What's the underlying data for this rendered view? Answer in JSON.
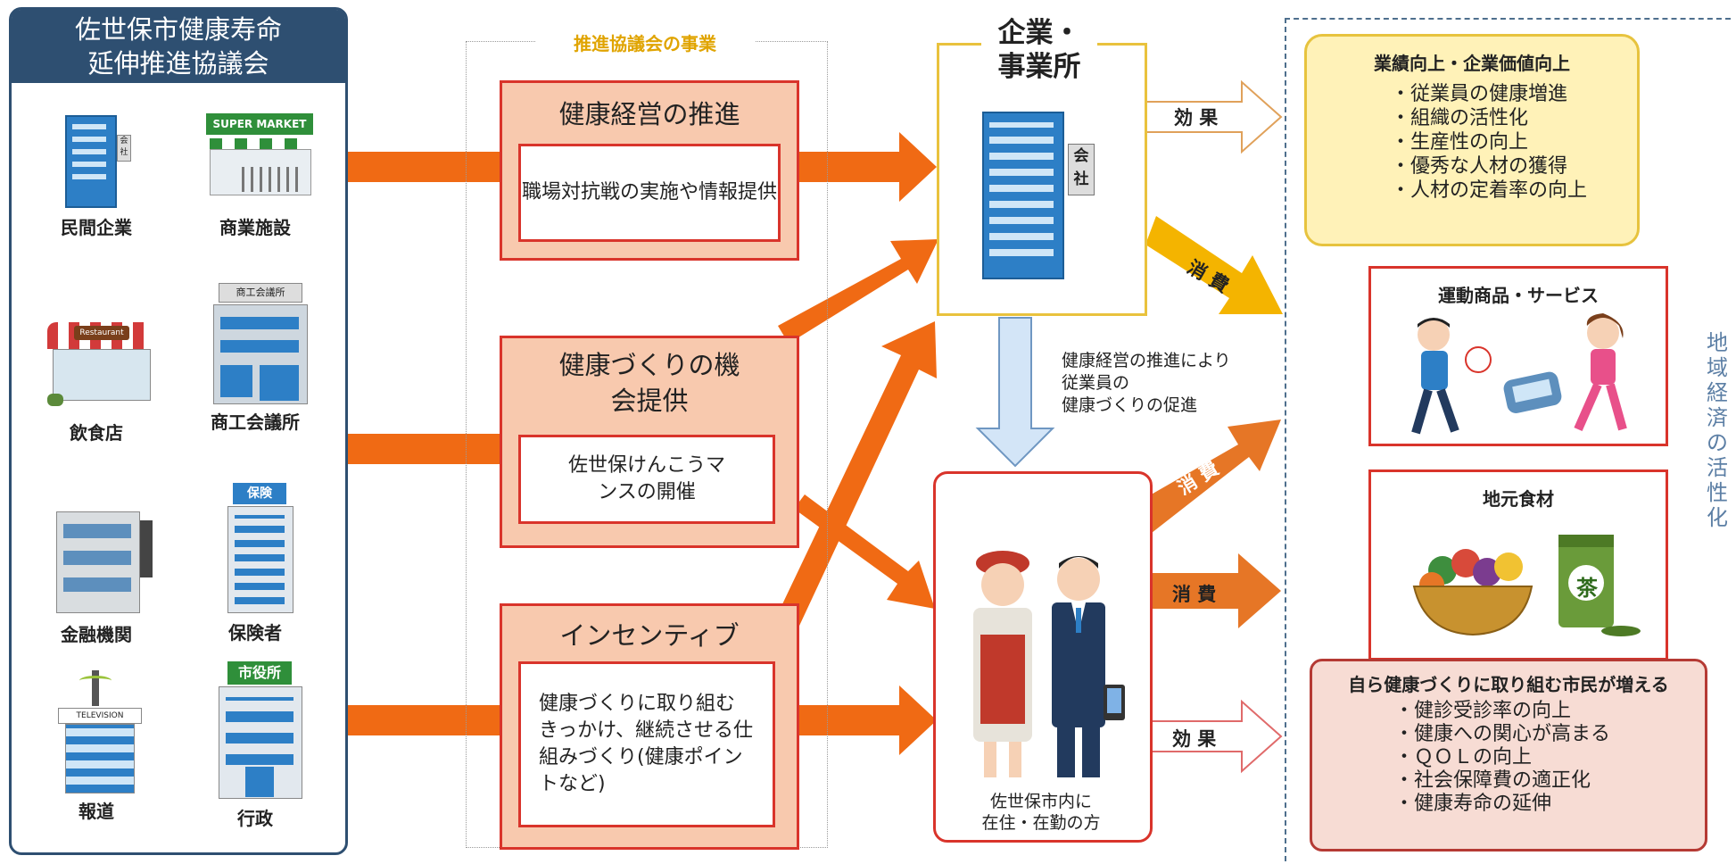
{
  "council": {
    "title_line1": "佐世保市健康寿命",
    "title_line2": "延伸推進協議会",
    "members": [
      "民間企業",
      "商業施設",
      "飲食店",
      "商工会議所",
      "金融機関",
      "保険者",
      "報道",
      "行政"
    ],
    "icon_text": {
      "company_sign": "会社",
      "supermarket_sign": "SUPER MARKET",
      "restaurant_sign": "Restaurant",
      "chamber_sign": "商工会議所",
      "insurance_sign": "保険",
      "tv_sign": "TELEVISION",
      "cityhall_sign": "市役所"
    }
  },
  "projects": {
    "title": "推進協議会の事業",
    "items": [
      {
        "title": "健康経営の推進",
        "detail": "職場対抗戦の実施や情報提供"
      },
      {
        "title": "健康づくりの機会提供",
        "detail": "佐世保けんこうマンスの開催"
      },
      {
        "title": "インセンティブ",
        "detail": "健康づくりに取り組むきっかけ、継続させる仕組みづくり(健康ポイントなど)"
      }
    ]
  },
  "company": {
    "title_line1": "企業・",
    "title_line2": "事業所",
    "sign": "会社"
  },
  "residents": {
    "caption_line1": "佐世保市内に",
    "caption_line2": "在住・在勤の方"
  },
  "note": {
    "line1": "健康経営の推進により",
    "line2": "従業員の",
    "line3": "健康づくりの促進"
  },
  "arrow_labels": {
    "effect_company": "効 果",
    "consume_company": "消 費",
    "consume_resident_1": "消 費",
    "consume_resident_2": "消 費",
    "effect_resident": "効 果"
  },
  "effects": {
    "region_label": "地域経済の活性化",
    "performance": {
      "title": "業績向上・企業価値向上",
      "items": [
        "・従業員の健康増進",
        "・組織の活性化",
        "・生産性の向上",
        "・優秀な人材の獲得",
        "・人材の定着率の向上"
      ]
    },
    "sports": {
      "title": "運動商品・サービス"
    },
    "food": {
      "title": "地元食材",
      "tea_sign": "茶"
    },
    "citizens": {
      "title": "自ら健康づくりに取り組む市民が増える",
      "items": [
        "・健診受診率の向上",
        "・健康への関心が高まる",
        "・ＱＯＬの向上",
        "・社会保障費の適正化",
        "・健康寿命の延伸"
      ]
    }
  },
  "colors": {
    "orange_arrow": "#f06a14",
    "navy": "#2e4f71",
    "red_border": "#d9342b",
    "gold": "#e7c33e",
    "pale_blue": "#d3e5f7",
    "salmon": "#f8c9ae"
  }
}
